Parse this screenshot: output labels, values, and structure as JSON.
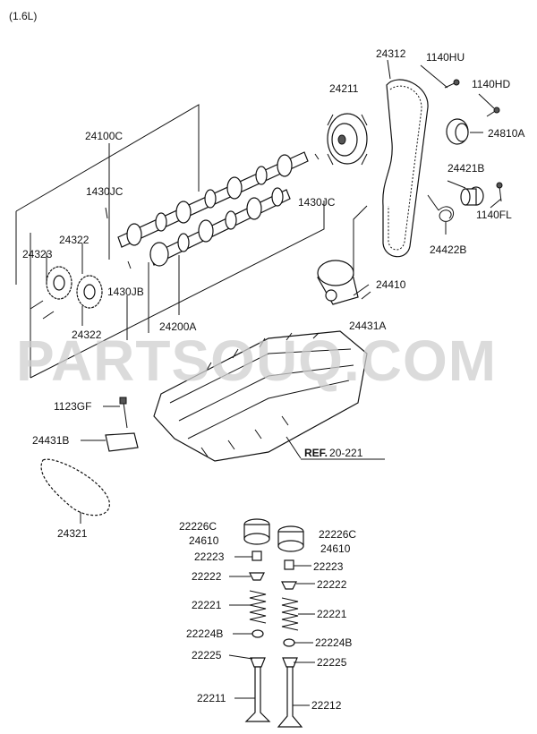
{
  "engine_variant": "(1.6L)",
  "watermark": "PARTSOUQ.COM",
  "reference": {
    "prefix": "REF.",
    "code": "20-221"
  },
  "labels": {
    "p24312": "24312",
    "p1140HU": "1140HU",
    "p1140HD": "1140HD",
    "p24211": "24211",
    "p24810A": "24810A",
    "p24100C": "24100C",
    "p1430JC_left": "1430JC",
    "p1430JC_right": "1430JC",
    "p24421B": "24421B",
    "p1140FL": "1140FL",
    "p24422B": "24422B",
    "p24323": "24323",
    "p24322_top": "24322",
    "p24322_bottom": "24322",
    "p1430JB": "1430JB",
    "p24410": "24410",
    "p24431A": "24431A",
    "p24200A": "24200A",
    "p1123GF": "1123GF",
    "p24431B": "24431B",
    "p24321": "24321",
    "p22226C_left": "22226C",
    "p24610_left": "24610",
    "p22226C_right": "22226C",
    "p24610_right": "24610",
    "p22223_left": "22223",
    "p22223_right": "22223",
    "p22222_left": "22222",
    "p22222_right": "22222",
    "p22221_left": "22221",
    "p22221_right": "22221",
    "p22224B_left": "22224B",
    "p22224B_right": "22224B",
    "p22225_left": "22225",
    "p22225_right": "22225",
    "p22211": "22211",
    "p22212": "22212"
  }
}
